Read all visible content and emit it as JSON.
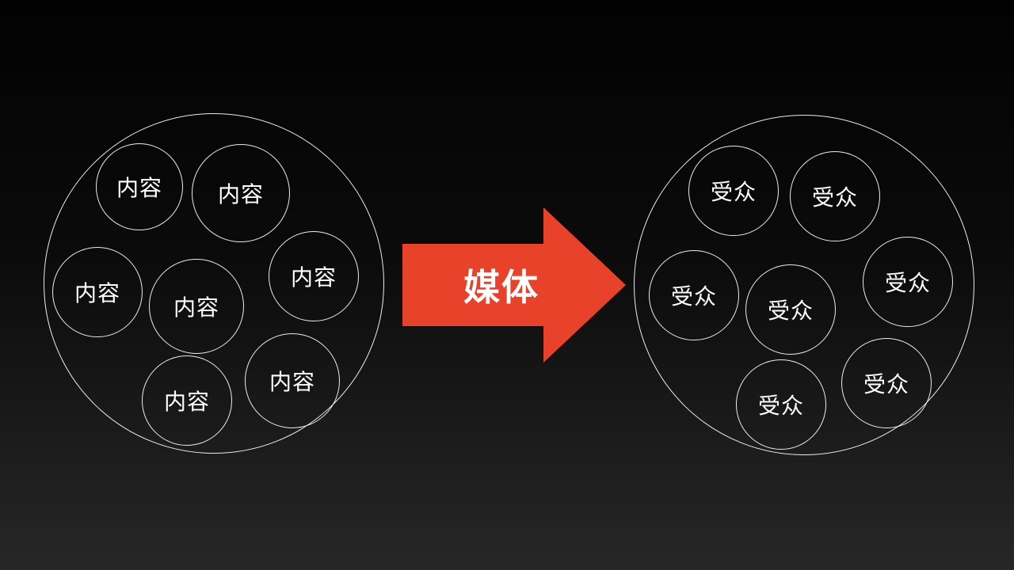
{
  "colors": {
    "arrow_red": "#e8432a",
    "circle_stroke": "#ffffff",
    "text": "#ffffff",
    "background_top": "#020202",
    "background_bottom": "#272727"
  },
  "arrow": {
    "label": "媒体"
  },
  "left_group": {
    "items": [
      "内容",
      "内容",
      "内容",
      "内容",
      "内容",
      "内容",
      "内容"
    ]
  },
  "right_group": {
    "items": [
      "受众",
      "受众",
      "受众",
      "受众",
      "受众",
      "受众",
      "受众"
    ]
  }
}
